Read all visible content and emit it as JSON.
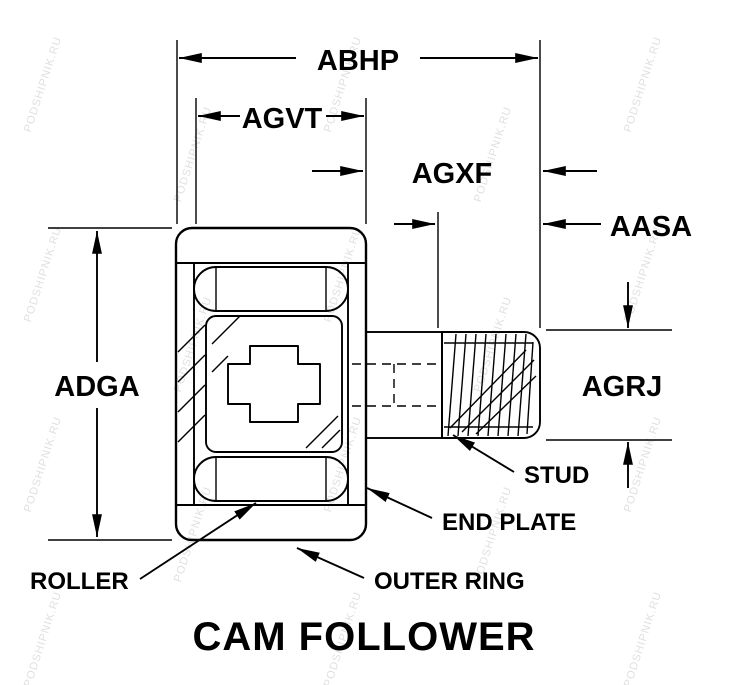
{
  "watermark": "PODSHIPNIK.RU",
  "title": "CAM FOLLOWER",
  "dimension_labels": {
    "abhp": "ABHP",
    "agvt": "AGVT",
    "agxf": "AGXF",
    "aasa": "AASA",
    "adga": "ADGA",
    "agrj": "AGRJ"
  },
  "part_labels": {
    "stud": "STUD",
    "end_plate": "END PLATE",
    "roller": "ROLLER",
    "outer_ring": "OUTER RING"
  },
  "colors": {
    "line": "#000000",
    "background": "#ffffff",
    "watermark": "#c3c8c3"
  }
}
